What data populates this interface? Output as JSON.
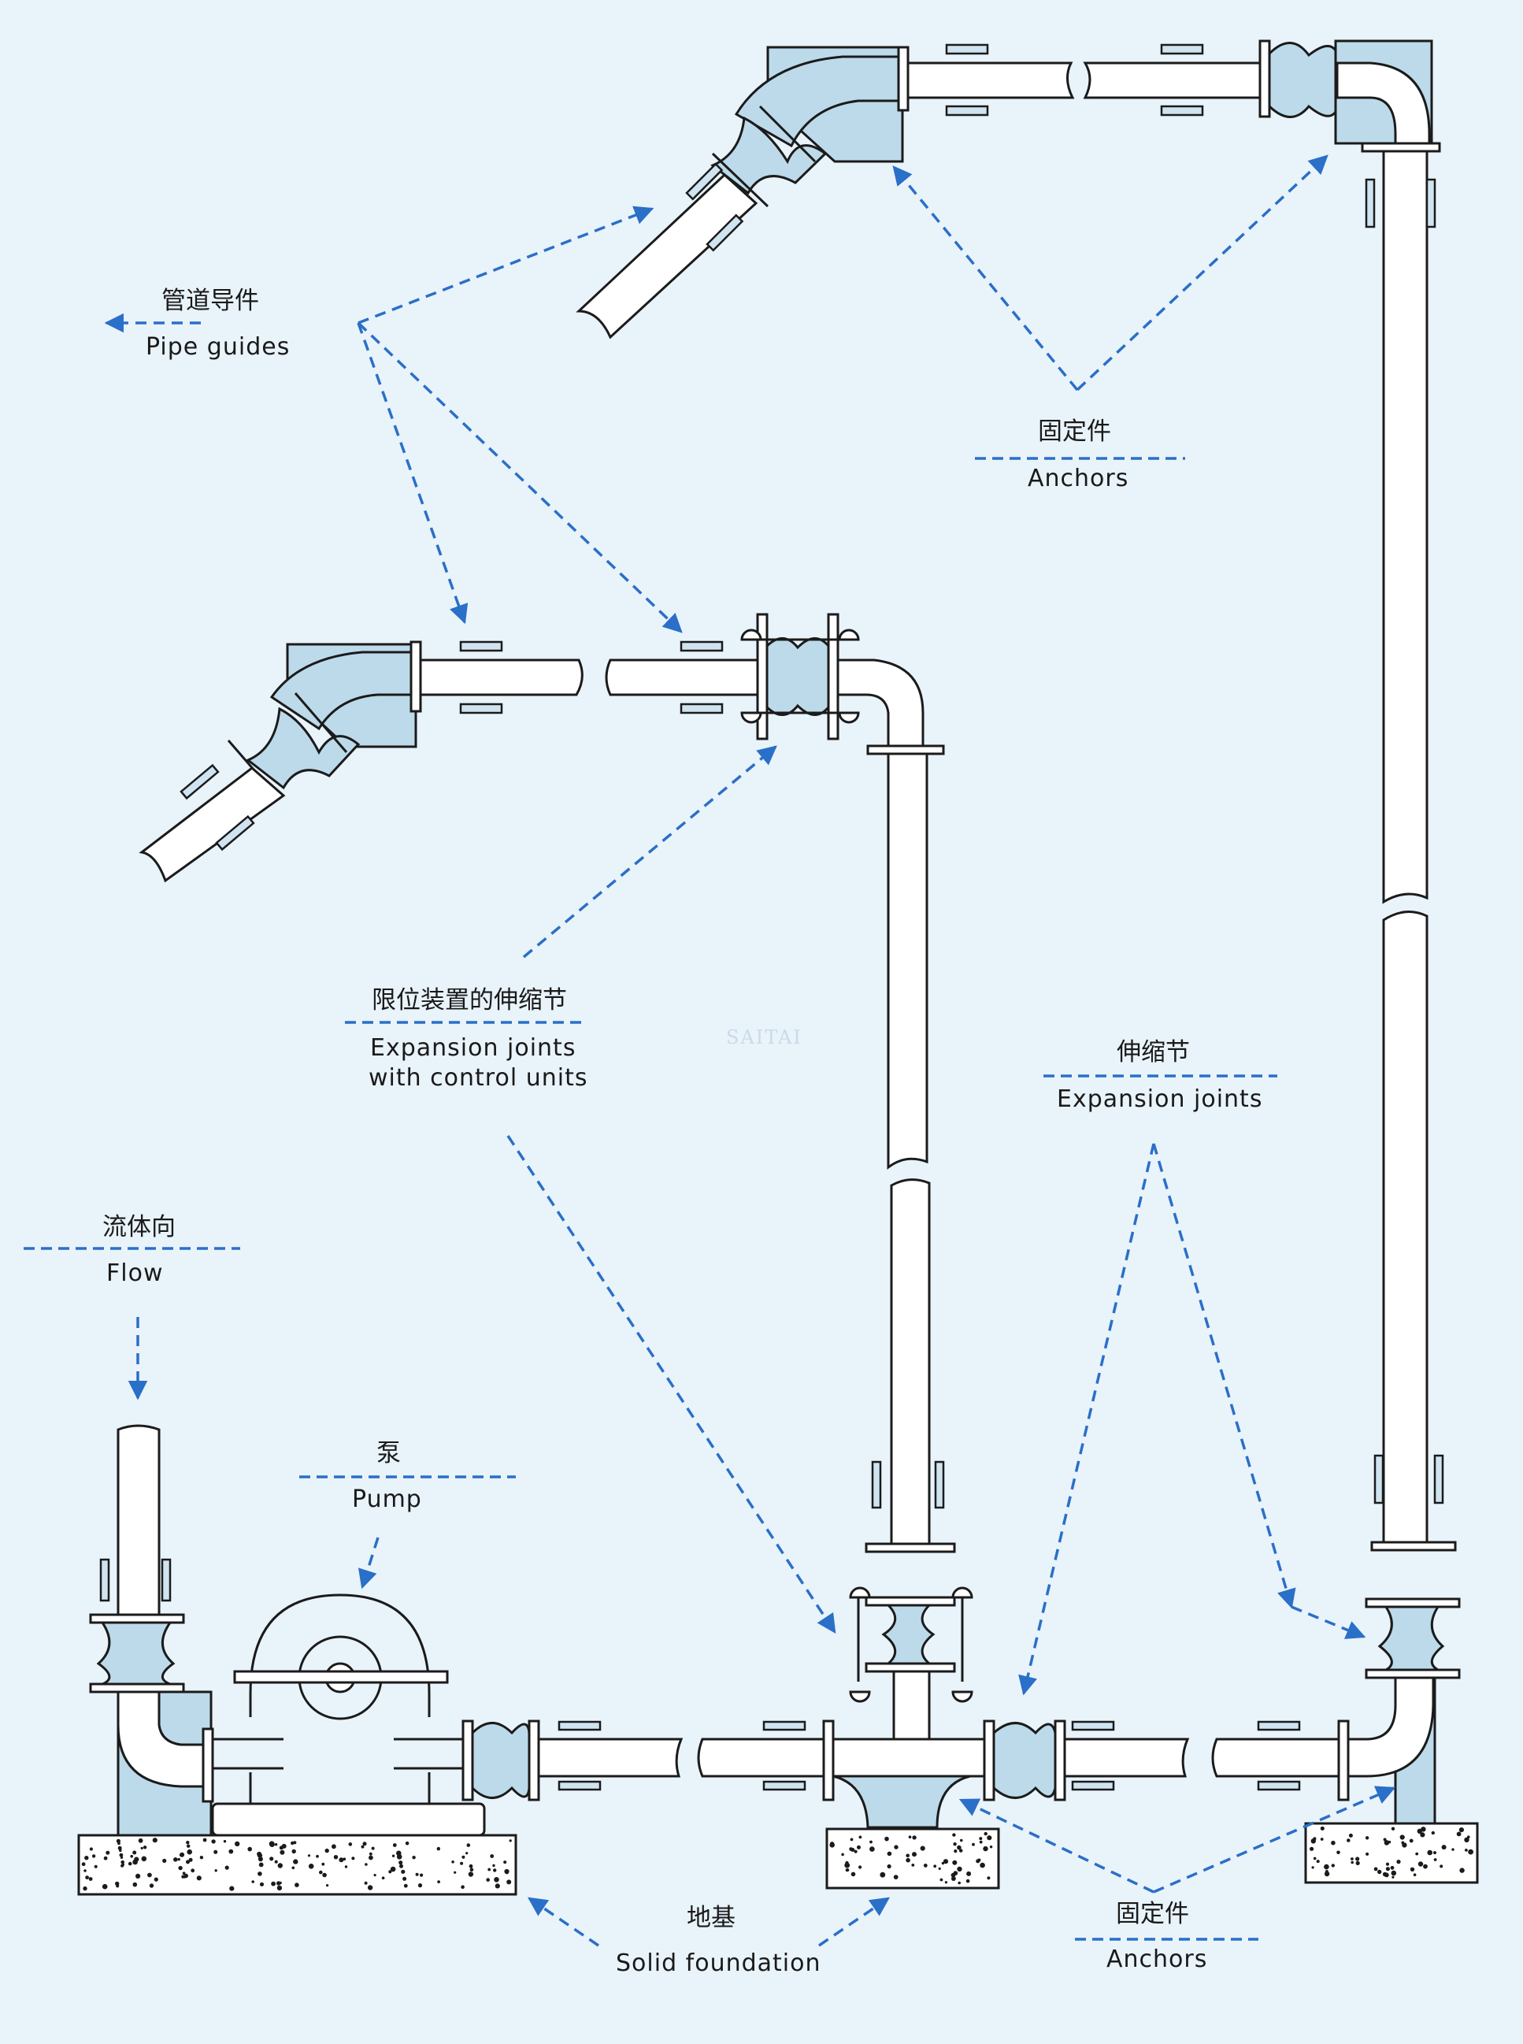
{
  "labels": {
    "pipe_guides": {
      "cn": "管道导件",
      "en": "Pipe guides"
    },
    "anchors_top": {
      "cn": "固定件",
      "en": "Anchors"
    },
    "exp_control": {
      "cn": "限位装置的伸缩节",
      "en_line1": "Expansion joints",
      "en_line2": "with control units"
    },
    "exp_joints": {
      "cn": "伸缩节",
      "en": "Expansion joints"
    },
    "flow": {
      "cn": "流体向",
      "en": "Flow"
    },
    "pump": {
      "cn": "泵",
      "en": "Pump"
    },
    "foundation": {
      "cn": "地基",
      "en": "Solid foundation"
    },
    "anchors_bottom": {
      "cn": "固定件",
      "en": "Anchors"
    }
  },
  "watermark": "SAITAI",
  "colors": {
    "background": "#e9f3fa",
    "pipe_fill": "#ffffff",
    "component_fill": "#bcdaea",
    "leader_line": "#2a6fc8",
    "outline": "#1b1b1b"
  }
}
